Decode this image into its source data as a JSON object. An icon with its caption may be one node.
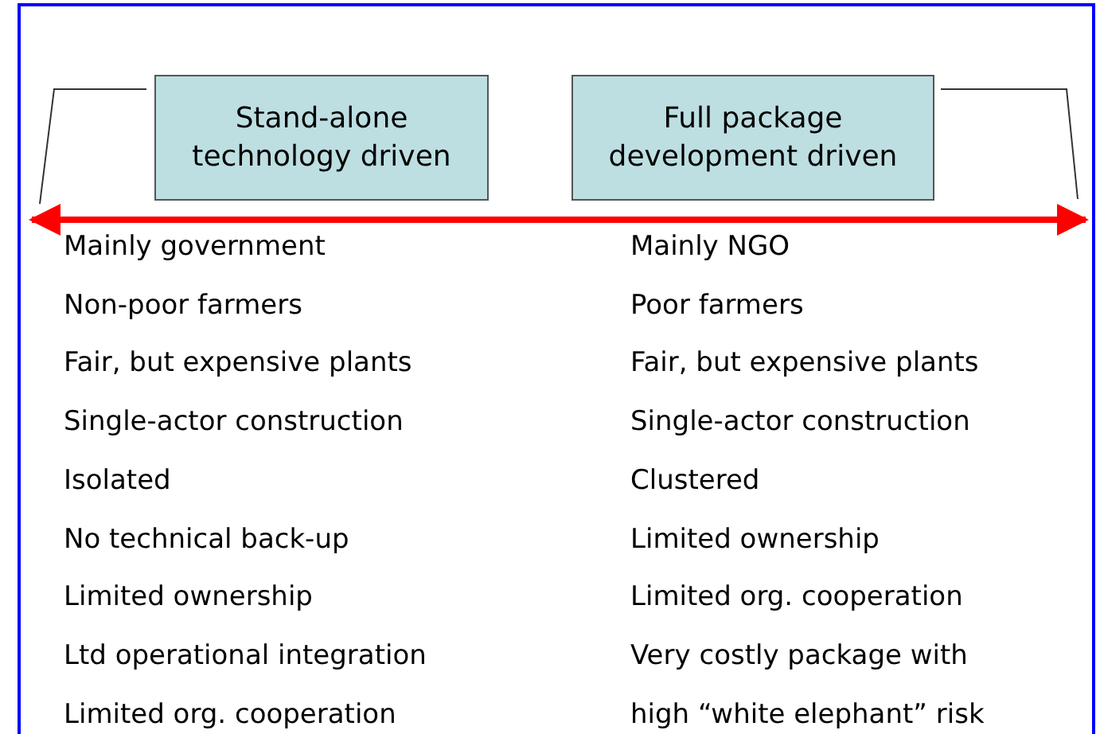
{
  "diagram": {
    "nodes": [
      {
        "text": [
          "Stand-alone technology driven"
        ]
      },
      {
        "text": [
          "Full package development driven"
        ]
      }
    ],
    "labels": [
      "Mainly government",
      "Mainly NGO",
      "Non-poor farmers",
      "Poor farmers",
      "Fair, but expensive plants",
      "Fair, but expensive plants",
      "Single-actor construction",
      "Single-actor construction",
      "Isolated",
      "Clustered",
      "No technical back-up",
      "Limited ownership",
      "Limited ownership",
      "Limited org. cooperation",
      "Ltd operational integration",
      "Very costly package with",
      "Limited org. cooperation",
      "high “white elephant” risk"
    ]
  }
}
